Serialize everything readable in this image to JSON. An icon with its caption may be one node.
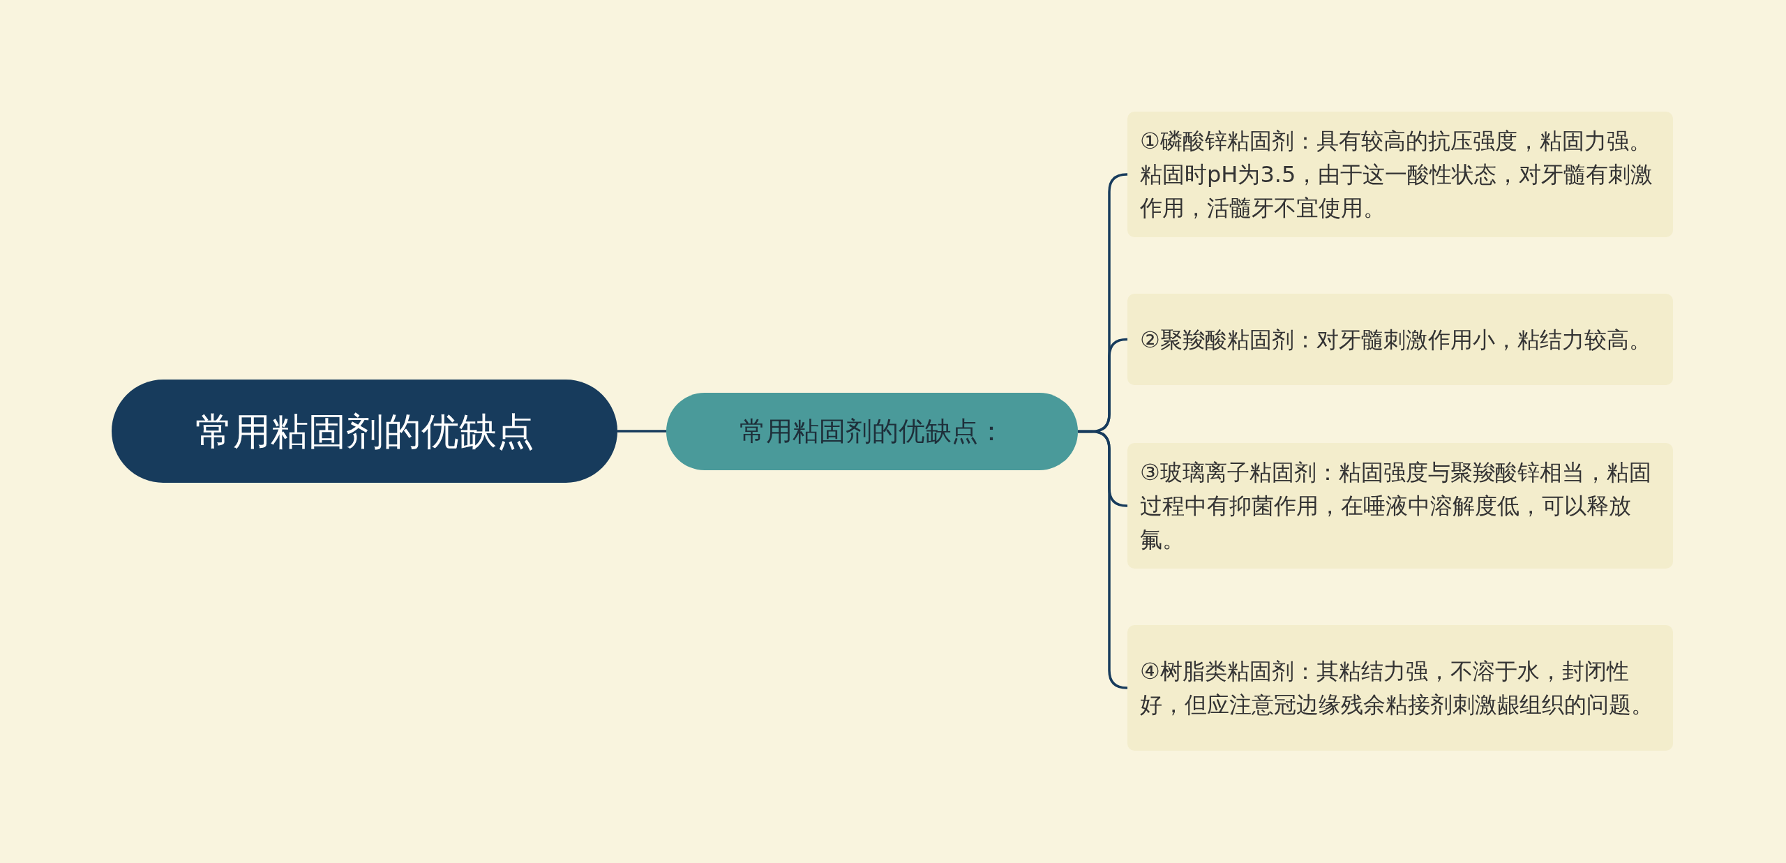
{
  "diagram": {
    "nodes": [
      {
        "text": [
          "常用粘固剂的优缺点"
        ]
      },
      {
        "text": [
          "常用粘固剂的优缺点："
        ]
      },
      {
        "text": [
          "①磷酸锌粘固剂：具有较高的抗压强度，粘固力强。粘固时pH为3.5，由于这一酸性状态，对牙髓有刺激作用，活髓牙不宜使用。"
        ]
      },
      {
        "text": [
          "②聚羧酸粘固剂：对牙髓刺激作用小，粘结力较高。"
        ]
      },
      {
        "text": [
          "③玻璃离子粘固剂：粘固强度与聚羧酸锌相当，粘固过程中有抑菌作用，在唾液中溶解度低，可以释放氟。"
        ]
      },
      {
        "text": [
          "④树脂类粘固剂：其粘结力强，不溶于水，封闭性好，但应注意冠边缘残余粘接剂刺激龈组织的问题。"
        ]
      }
    ],
    "edges": [
      {
        "from": 0,
        "to": 1,
        "arrow": "none"
      },
      {
        "from": 1,
        "to": 2,
        "arrow": "none"
      },
      {
        "from": 1,
        "to": 3,
        "arrow": "none"
      },
      {
        "from": 1,
        "to": 4,
        "arrow": "none"
      },
      {
        "from": 1,
        "to": 5,
        "arrow": "none"
      }
    ]
  }
}
